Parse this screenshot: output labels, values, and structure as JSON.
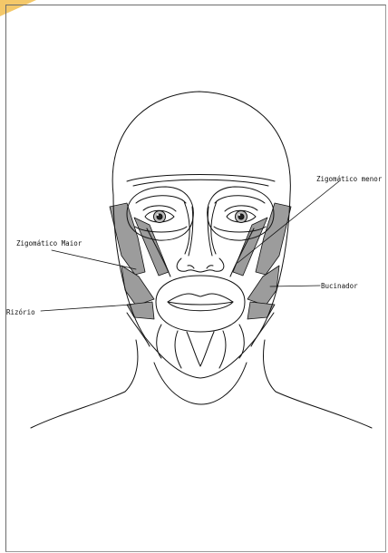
{
  "labels": {
    "zigomatico_menor": "Zigomático menor",
    "zigomatico_maior": "Zigomático Maior",
    "bucinador": "Bucinador",
    "risorio": "Rizório"
  },
  "colors": {
    "muscle_fill": "#9c9c9c",
    "line": "#111111",
    "corner_tab": "#f4c869"
  }
}
